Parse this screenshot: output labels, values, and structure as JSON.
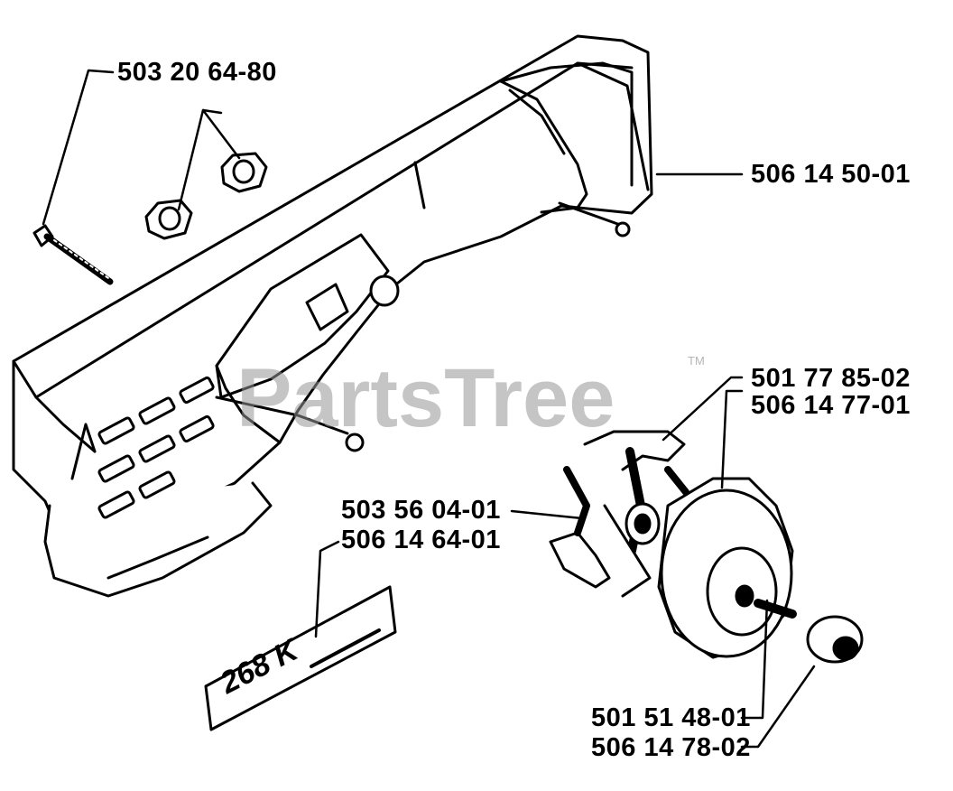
{
  "diagram": {
    "watermark": "PartsTree",
    "watermark_tm": "TM",
    "decal_text": "268 K",
    "callouts": {
      "bolt": "503 20 64-80",
      "cover": "506 14 50-01",
      "clutch_a": "501 77 85-02",
      "clutch_b": "506 14 77-01",
      "spring_a": "503 56 04-01",
      "spring_b": "506 14 64-01",
      "bearing_a": "501 51 48-01",
      "bearing_b": "506 14 78-02"
    }
  }
}
